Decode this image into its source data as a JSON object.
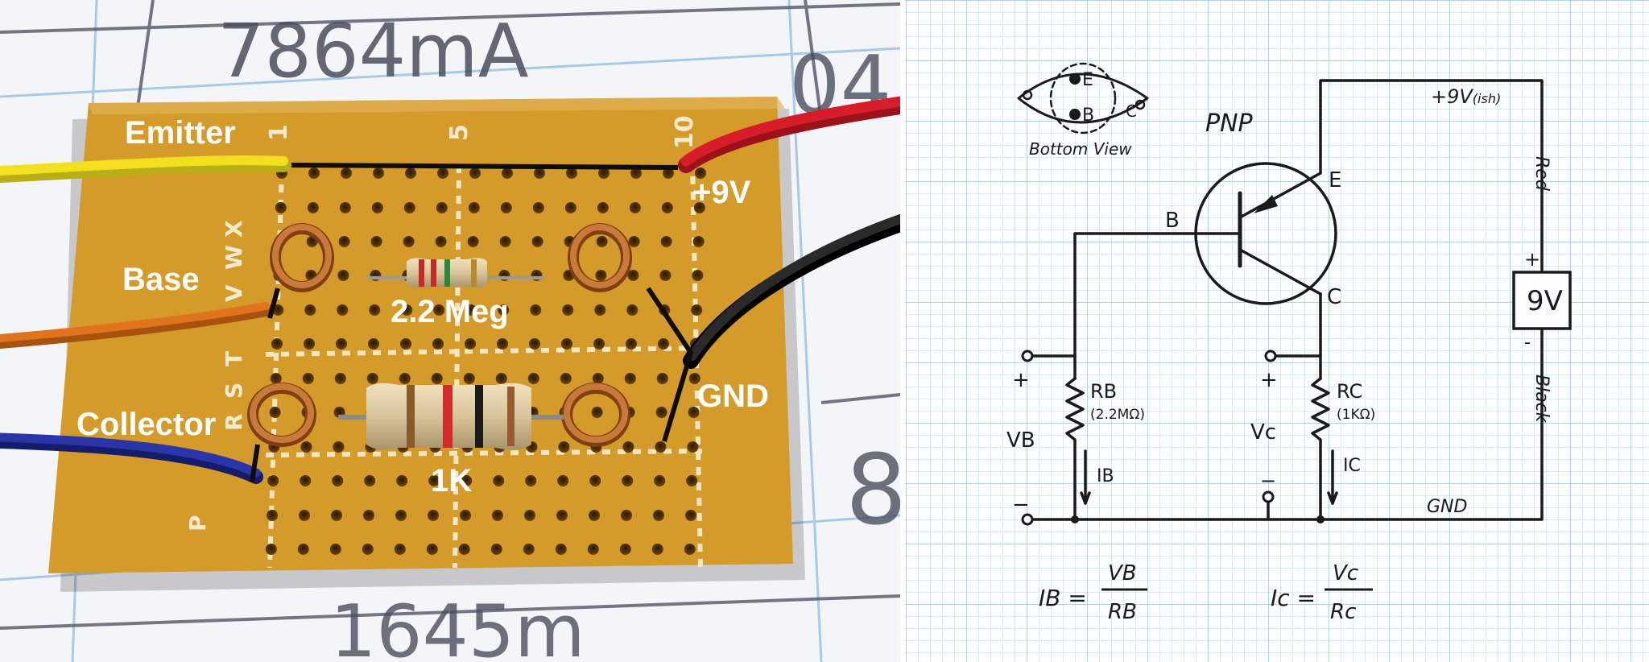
{
  "photo": {
    "background_notes": {
      "top_value": "7864mA",
      "right_value_1": "04",
      "right_value_2": "8",
      "bottom_value": "1645m"
    },
    "board_labels": {
      "col_1": "1",
      "col_5": "5",
      "col_10": "10",
      "rows": [
        "X",
        "W",
        "V",
        "T",
        "S",
        "R",
        "P"
      ]
    },
    "labels": {
      "emitter": "Emitter",
      "base": "Base",
      "collector": "Collector",
      "plus9v": "+9V",
      "gnd": "GND",
      "resistor_top": "2.2 Meg",
      "resistor_bottom": "1K"
    },
    "colors": {
      "board": "#d49a2a",
      "yellow_wire": "#f2e020",
      "red_wire": "#d81d2a",
      "orange_wire": "#e0741c",
      "blue_wire": "#2a35a8",
      "black_wire": "#1a1a1a",
      "copper": "#b8672a"
    }
  },
  "schematic": {
    "pinout": {
      "e": "E",
      "b": "B",
      "c": "C",
      "caption": "Bottom View"
    },
    "transistor_type": "PNP",
    "terminals": {
      "b": "B",
      "e": "E",
      "c": "C"
    },
    "supply": {
      "label": "+9V",
      "suffix": "(ish)",
      "battery": "9V",
      "plus": "+",
      "minus": "-",
      "red": "Red",
      "black": "Black"
    },
    "rb": {
      "name": "RB",
      "value": "(2.2MΩ)",
      "current": "IB",
      "meter": "VB",
      "plus": "+",
      "minus": "−"
    },
    "rc": {
      "name": "RC",
      "value": "(1KΩ)",
      "current": "IC",
      "meter": "Vc",
      "plus": "+",
      "minus": "−"
    },
    "gnd": "GND",
    "formulas": {
      "ib_lhs": "IB =",
      "ib_num": "VB",
      "ib_den": "RB",
      "ic_lhs": "Ic =",
      "ic_num": "Vc",
      "ic_den": "Rc"
    },
    "colors": {
      "grid": "#a9cde8",
      "ink": "#1a1a1a"
    }
  }
}
